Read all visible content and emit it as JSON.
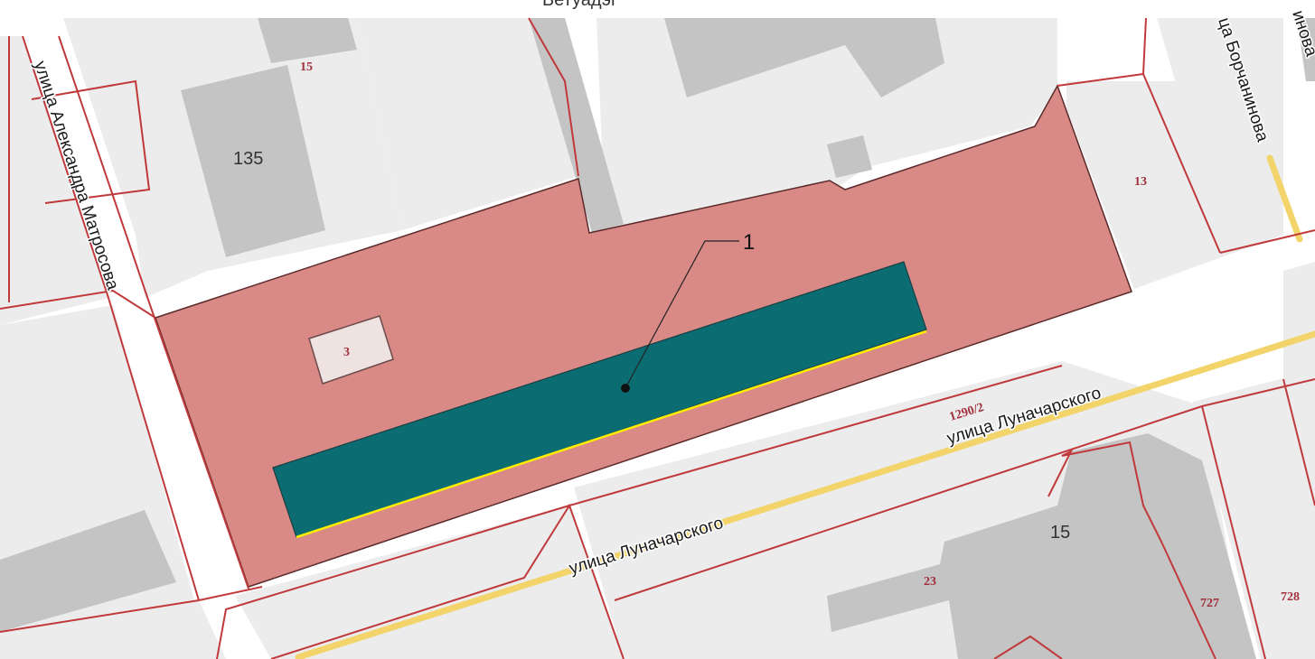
{
  "map": {
    "top_cut_text": "Бетуадэг",
    "streets": {
      "matrosova": "улица Александра Матросова",
      "lunacharskogo_upper": "улица Луначарского",
      "lunacharskogo_lower": "улица Луначарского",
      "borchaninova": "ца Борчанинова",
      "edge_top_right": "инова"
    },
    "buildings": {
      "b135": "135",
      "b3": "3",
      "b15_lower": "15",
      "b727": "727"
    },
    "lots": {
      "l15_top": "15",
      "l13": "13",
      "l1290": "1290/2",
      "l23": "23",
      "l728": "728"
    },
    "callout": {
      "number": "1"
    },
    "colors": {
      "site_fill": "#d98a86",
      "target_fill": "#0b6d72",
      "building_fill": "#c4c4c4",
      "block_fill": "#ececec",
      "road_centerline": "#f2d46a",
      "boundary": "#c0393b",
      "highlight_line": "#ffee00"
    }
  }
}
